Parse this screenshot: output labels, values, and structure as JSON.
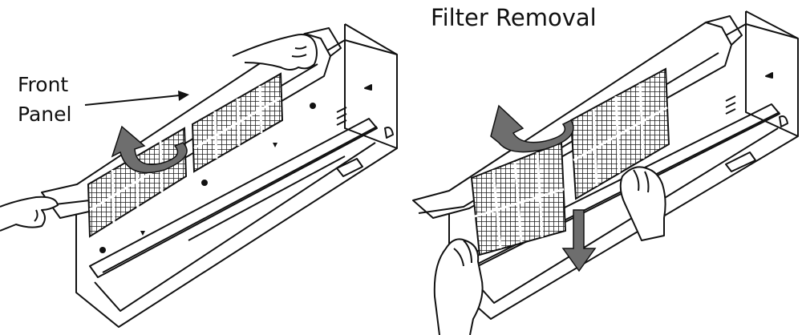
{
  "title": "Filter Removal",
  "left_label": {
    "line1": "Front",
    "line2": "Panel"
  },
  "colors": {
    "ink": "#111111",
    "paper": "#ffffff",
    "arrow": "#6e6e6e",
    "filter_mesh": "#222222"
  },
  "icons": [
    "hand-icon",
    "rotate-arrow-icon",
    "down-arrow-icon",
    "pointer-arrow-icon"
  ]
}
